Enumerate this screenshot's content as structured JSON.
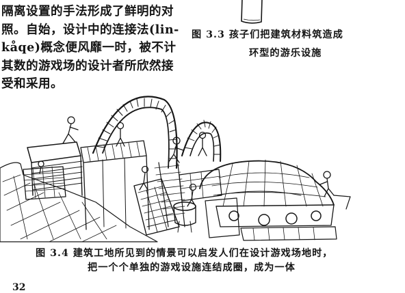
{
  "body_text": {
    "lines": [
      "隔离设置的手法形成了鲜明的对",
      "照。自始，设计中的连接法(lin-",
      "kåqe)概念便风靡一时，被不计",
      "其数的游戏场的设计者所欣然接",
      "受和采用。"
    ]
  },
  "figure_3_3": {
    "caption_line1": "图 3.3  孩子们把建筑材料筑造成",
    "caption_line2": "环型的游乐设施"
  },
  "figure_3_4": {
    "caption_line1": "图 3.4  建筑工地所见到的情景可以启发人们在设计游戏场地时，",
    "caption_line2": "把一个个单独的游戏设施连结成圈，成为一体"
  },
  "page_number": "32"
}
